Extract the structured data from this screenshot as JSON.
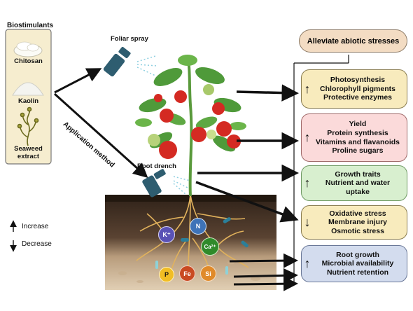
{
  "biostimulants": {
    "title": "Biostimulants",
    "items": [
      "Chitosan",
      "Kaolin",
      "Seaweed",
      "extract"
    ]
  },
  "application": {
    "foliar": "Foliar spray",
    "method": "Application method",
    "drench": "Root drench"
  },
  "legend": {
    "up_icon": "up-arrow",
    "increase": "Increase",
    "down_icon": "down-arrow",
    "decrease": "Decrease"
  },
  "header": "Alleviate abiotic stresses",
  "boxes": [
    {
      "arrow": "↑",
      "lines": [
        "Photosynthesis",
        "Chlorophyll pigments",
        "Protective enzymes"
      ],
      "fill": "#f8ebbd",
      "border": "#8a7d50"
    },
    {
      "arrow": "↑",
      "lines": [
        "Yield",
        "Protein synthesis",
        "Vitamins and flavanoids",
        "Proline sugars"
      ],
      "fill": "#fbdada",
      "border": "#a06a6a"
    },
    {
      "arrow": "↑",
      "lines": [
        "Growth traits",
        "Nutrient and water",
        "uptake"
      ],
      "fill": "#d8efcf",
      "border": "#6f9a64"
    },
    {
      "arrow": "↓",
      "lines": [
        "Oxidative stress",
        "Membrane injury",
        "Osmotic stress"
      ],
      "fill": "#f8ebbd",
      "border": "#8a7d50"
    },
    {
      "arrow": "↑",
      "lines": [
        "Root growth",
        "Microbial availability",
        "Nutrient retention"
      ],
      "fill": "#d3dcee",
      "border": "#6a7898"
    }
  ],
  "ions": [
    "K⁺",
    "N",
    "Ca²⁺",
    "P",
    "Fe",
    "Si"
  ],
  "colors": {
    "header_fill": "#f3dcc3",
    "panel_fill": "#f6edcf",
    "soil_dark": "#3a2a1e",
    "soil_light": "#d7c3a6",
    "sprayer": "#2e5d70",
    "tomato": "#d42a22",
    "leaf": "#4f9a3a"
  }
}
